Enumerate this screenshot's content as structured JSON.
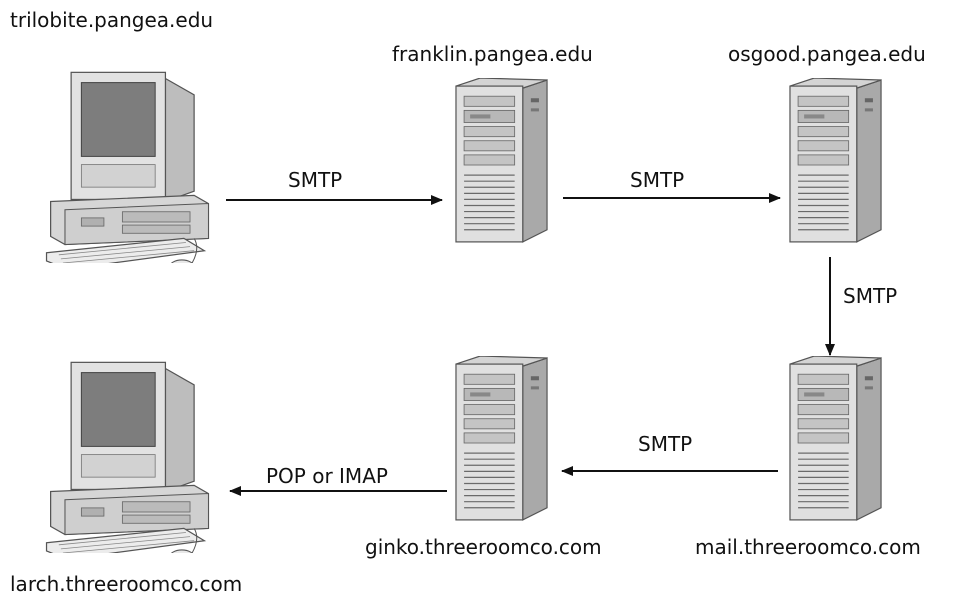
{
  "diagram": {
    "nodes": {
      "sender": {
        "host": "trilobite.pangea.edu",
        "kind": "desktop-computer"
      },
      "relay1": {
        "host": "franklin.pangea.edu",
        "kind": "server-tower"
      },
      "relay2": {
        "host": "osgood.pangea.edu",
        "kind": "server-tower"
      },
      "relay3": {
        "host": "mail.threeroomco.com",
        "kind": "server-tower"
      },
      "relay4": {
        "host": "ginko.threeroomco.com",
        "kind": "server-tower"
      },
      "recipient": {
        "host": "larch.threeroomco.com",
        "kind": "desktop-computer"
      }
    },
    "edges": [
      {
        "from": "sender",
        "to": "relay1",
        "protocol": "SMTP"
      },
      {
        "from": "relay1",
        "to": "relay2",
        "protocol": "SMTP"
      },
      {
        "from": "relay2",
        "to": "relay3",
        "protocol": "SMTP"
      },
      {
        "from": "relay3",
        "to": "relay4",
        "protocol": "SMTP"
      },
      {
        "from": "relay4",
        "to": "recipient",
        "protocol": "POP or IMAP"
      }
    ]
  }
}
